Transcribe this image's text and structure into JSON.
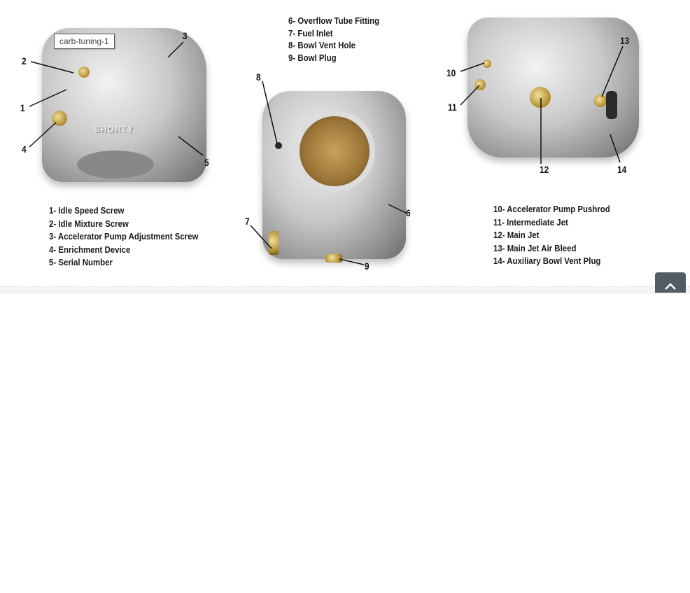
{
  "figure": {
    "tooltip": "carb-tuning-1",
    "stamp": "SHORTY",
    "callouts": [
      "1",
      "2",
      "3",
      "4",
      "5",
      "6",
      "7",
      "8",
      "9",
      "10",
      "11",
      "12",
      "13",
      "14"
    ],
    "legend_left": [
      "1- Idle Speed Screw",
      "2- Idle Mixture Screw",
      "3- Accelerator Pump Adjustment Screw",
      "4- Enrichment Device",
      "5- Serial Number"
    ],
    "legend_center": [
      "6- Overflow Tube Fitting",
      "7- Fuel Inlet",
      "8- Bowl Vent Hole",
      "9- Bowl Plug"
    ],
    "legend_right": [
      "10- Accelerator Pump Pushrod",
      "11- Intermediate Jet",
      "12- Main Jet",
      "13- Main Jet Air Bleed",
      "14- Auxiliary Bowl Vent Plug"
    ]
  },
  "back_to_top": {
    "icon": "chevron-up-icon"
  },
  "colors": {
    "button_bg": "#525c63",
    "brass": "#b08a2c"
  }
}
